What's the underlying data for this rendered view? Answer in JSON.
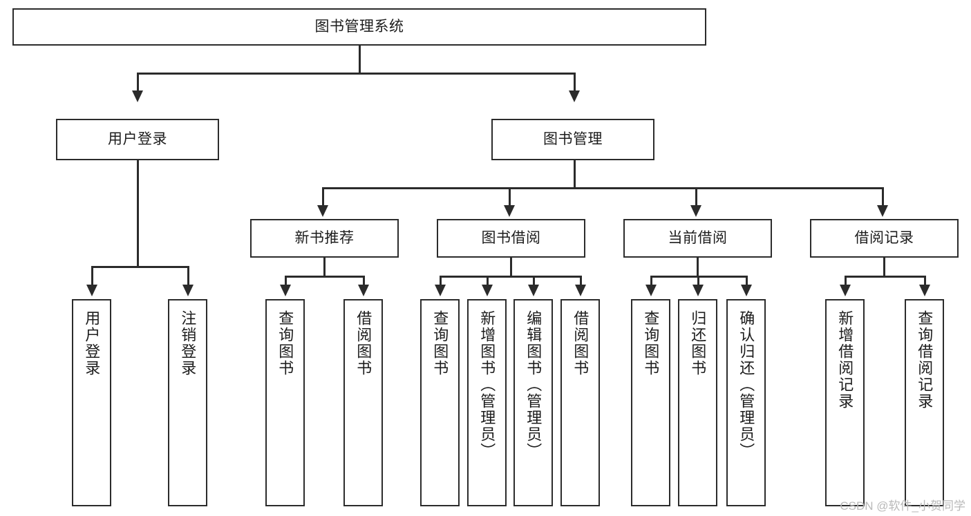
{
  "diagram": {
    "title_node": {
      "label": "图书管理系统"
    },
    "level2": [
      {
        "id": "user-login",
        "label": "用户登录"
      },
      {
        "id": "book-management",
        "label": "图书管理"
      }
    ],
    "level3": [
      {
        "id": "new-book-recommend",
        "label": "新书推荐"
      },
      {
        "id": "book-borrow",
        "label": "图书借阅"
      },
      {
        "id": "current-borrow",
        "label": "当前借阅"
      },
      {
        "id": "borrow-record",
        "label": "借阅记录"
      }
    ],
    "leaves": [
      {
        "id": "leaf-user-login",
        "label": "用户登录",
        "parent": "user-login"
      },
      {
        "id": "leaf-logout-login",
        "label": "注销登录",
        "parent": "user-login"
      },
      {
        "id": "leaf-query-book-1",
        "label": "查询图书",
        "parent": "new-book-recommend"
      },
      {
        "id": "leaf-borrow-book-1",
        "label": "借阅图书",
        "parent": "new-book-recommend"
      },
      {
        "id": "leaf-query-book-2",
        "label": "查询图书",
        "parent": "book-borrow"
      },
      {
        "id": "leaf-add-book-admin",
        "label": "新增图书（管理员）",
        "parent": "book-borrow"
      },
      {
        "id": "leaf-edit-book-admin",
        "label": "编辑图书（管理员）",
        "parent": "book-borrow"
      },
      {
        "id": "leaf-borrow-book-2",
        "label": "借阅图书",
        "parent": "book-borrow"
      },
      {
        "id": "leaf-query-book-3",
        "label": "查询图书",
        "parent": "current-borrow"
      },
      {
        "id": "leaf-return-book",
        "label": "归还图书",
        "parent": "current-borrow"
      },
      {
        "id": "leaf-confirm-return-admin",
        "label": "确认归还（管理员）",
        "parent": "current-borrow"
      },
      {
        "id": "leaf-add-borrow-record",
        "label": "新增借阅记录",
        "parent": "borrow-record"
      },
      {
        "id": "leaf-query-borrow-record",
        "label": "查询借阅记录",
        "parent": "borrow-record"
      }
    ]
  },
  "watermark": {
    "text": "CSDN @软件_小贺同学"
  },
  "colors": {
    "stroke": "#2b2b2b",
    "box_fill": "#ffffff",
    "text": "#1c1c1c",
    "watermark": "#b9b9b9",
    "background": "#ffffff"
  }
}
